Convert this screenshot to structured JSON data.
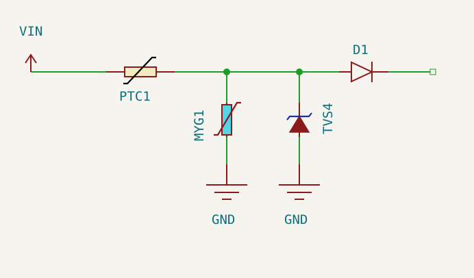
{
  "labels": {
    "vin": "VIN",
    "ptc": "PTC1",
    "myg": "MYG1",
    "tvs": "TVS4",
    "diode": "D1",
    "gnd_left": "GND",
    "gnd_right": "GND"
  },
  "colors": {
    "background": "#f5f4ef",
    "wire": "#1d9c2a",
    "component": "#8b1a1a",
    "label": "#0f6f7a",
    "ptc_fill": "#f3ecc0",
    "varistor_fill": "#55d4e6",
    "tvs_accent": "#1b2db5",
    "junction": "#1d9c2a"
  }
}
